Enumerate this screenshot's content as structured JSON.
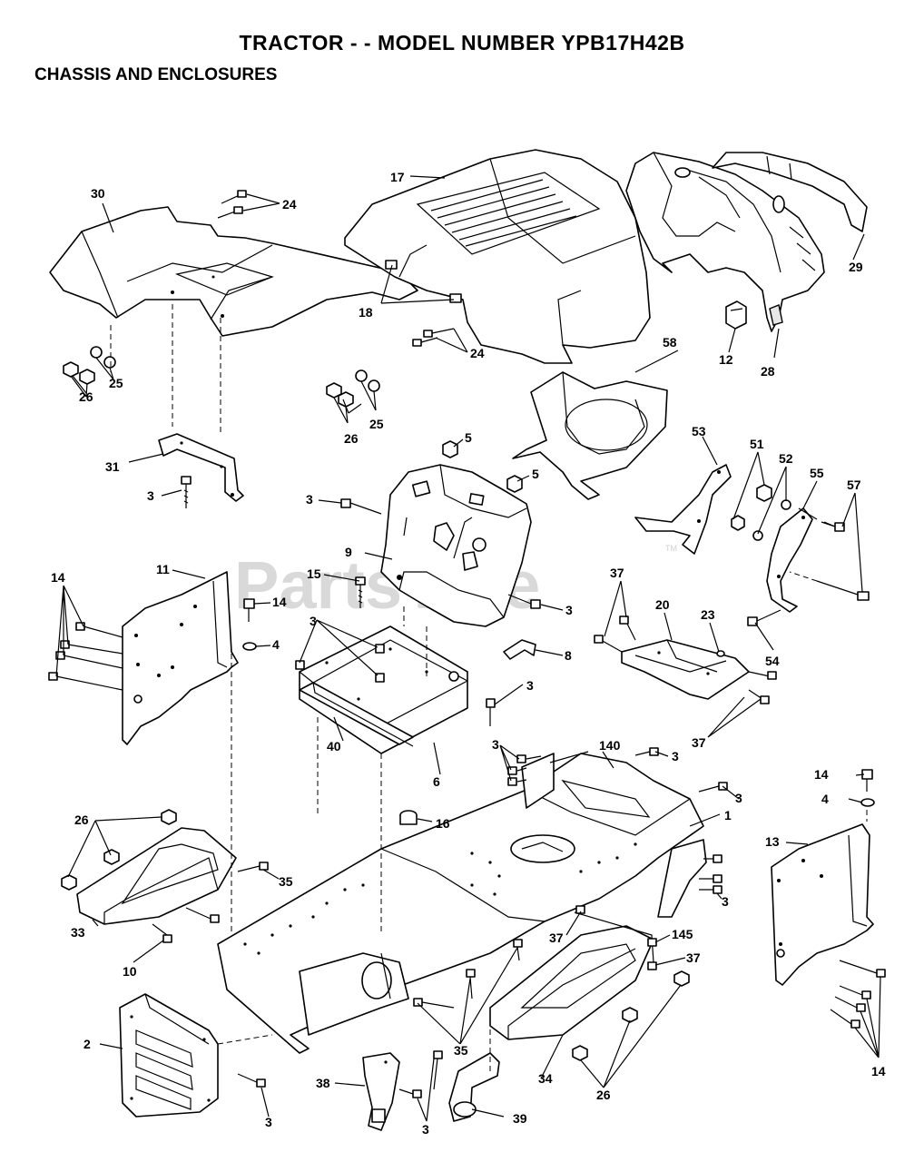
{
  "header": {
    "title": "TRACTOR - - MODEL NUMBER YPB17H42B",
    "subtitle": "CHASSIS AND ENCLOSURES"
  },
  "watermark": {
    "text": "PartsTree",
    "tm": "TM"
  },
  "parts": {
    "p1": "1",
    "p2": "2",
    "p3": "3",
    "p4": "4",
    "p5": "5",
    "p6": "6",
    "p8": "8",
    "p9": "9",
    "p10": "10",
    "p11": "11",
    "p12": "12",
    "p13": "13",
    "p14": "14",
    "p15": "15",
    "p16": "16",
    "p17": "17",
    "p18": "18",
    "p20": "20",
    "p23": "23",
    "p24": "24",
    "p25": "25",
    "p26": "26",
    "p28": "28",
    "p29": "29",
    "p30": "30",
    "p31": "31",
    "p33": "33",
    "p34": "34",
    "p35": "35",
    "p37": "37",
    "p38": "38",
    "p39": "39",
    "p40": "40",
    "p51": "51",
    "p52": "52",
    "p53": "53",
    "p54": "54",
    "p55": "55",
    "p57": "57",
    "p58": "58",
    "p140": "140",
    "p145": "145"
  }
}
